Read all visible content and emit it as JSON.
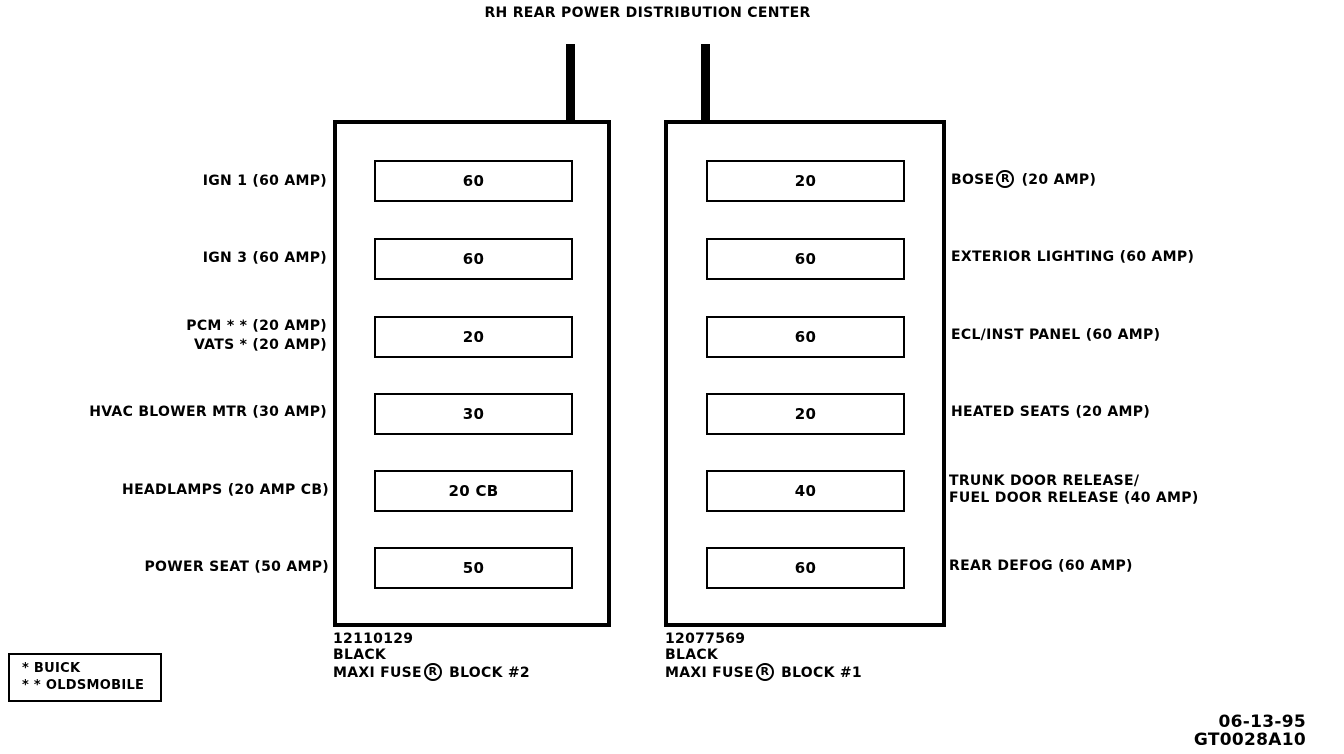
{
  "title": "RH REAR POWER DISTRIBUTION CENTER",
  "left_block": {
    "fuses": [
      "60",
      "60",
      "20",
      "30",
      "20 CB",
      "50"
    ],
    "labels": [
      [
        "IGN 1 (60 AMP)"
      ],
      [
        "IGN 3 (60 AMP)"
      ],
      [
        "PCM * * (20 AMP)",
        "VATS * (20 AMP)"
      ],
      [
        "HVAC BLOWER MTR (30 AMP)"
      ],
      [
        "HEADLAMPS (20 AMP CB)"
      ],
      [
        "POWER SEAT (50 AMP)"
      ]
    ],
    "part_number": "12110129",
    "color": "BLACK",
    "name_prefix": "MAXI FUSE",
    "name_suffix": "BLOCK #2"
  },
  "right_block": {
    "fuses": [
      "20",
      "60",
      "60",
      "20",
      "40",
      "60"
    ],
    "labels": [
      [
        "BOSE",
        "(20 AMP)"
      ],
      [
        "EXTERIOR LIGHTING (60 AMP)"
      ],
      [
        "ECL/INST PANEL (60 AMP)"
      ],
      [
        "HEATED SEATS (20 AMP)"
      ],
      [
        "TRUNK DOOR RELEASE/",
        "FUEL DOOR RELEASE (40 AMP)"
      ],
      [
        "REAR DEFOG (60 AMP)"
      ]
    ],
    "part_number": "12077569",
    "color": "BLACK",
    "name_prefix": "MAXI FUSE",
    "name_suffix": "BLOCK #1"
  },
  "registered_mark": "R",
  "legend": {
    "buick": "* BUICK",
    "oldsmobile": "* * OLDSMOBILE"
  },
  "date": "06-13-95",
  "code": "GT0028A10"
}
